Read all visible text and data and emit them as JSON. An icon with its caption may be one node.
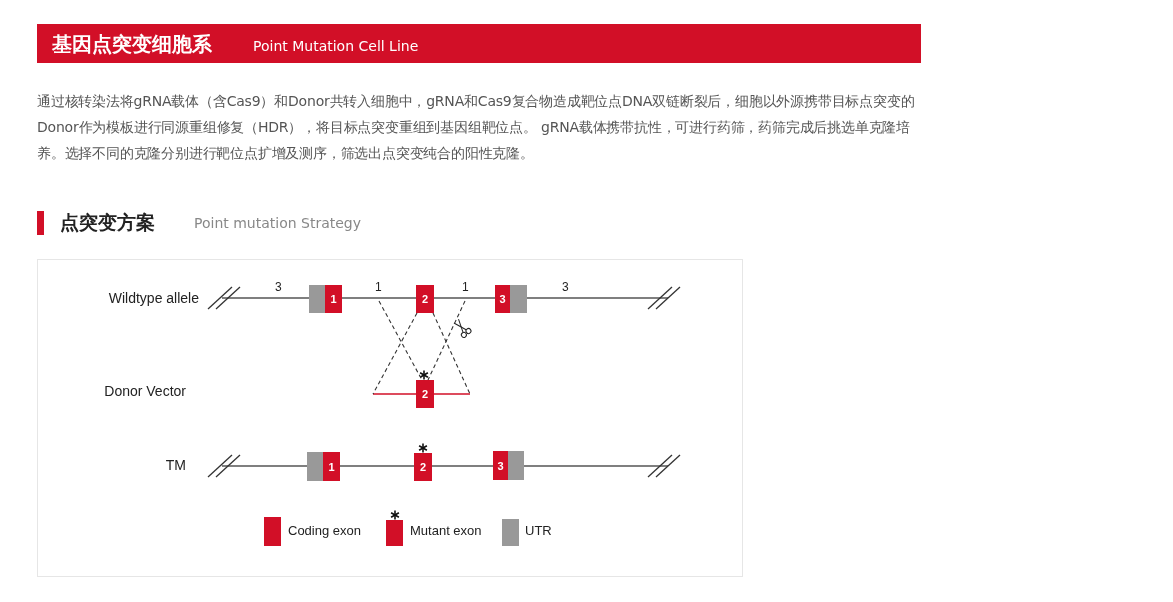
{
  "diagram": {
    "title": "基因点突变细胞系",
    "nodes": [
      {
        "text": [],
        "shape": "box"
      },
      {
        "text": [
          "1"
        ]
      },
      {
        "text": [
          "2"
        ]
      },
      {
        "text": [
          "3"
        ]
      },
      {
        "text": [],
        "shape": "box"
      },
      {
        "text": [
          "2"
        ]
      },
      {
        "text": [],
        "shape": "box"
      },
      {
        "text": [
          "1"
        ]
      },
      {
        "text": [
          "2"
        ]
      },
      {
        "text": [
          "3"
        ]
      },
      {
        "text": [],
        "shape": "box"
      }
    ],
    "edges": [
      {
        "from": null,
        "to": 5,
        "arrow": "none",
        "style": "dashed"
      },
      {
        "from": 2,
        "to": null,
        "arrow": "none",
        "style": "dashed"
      },
      {
        "from": 2,
        "to": null,
        "arrow": "none",
        "style": "dashed"
      },
      {
        "from": null,
        "to": 5,
        "arrow": "none",
        "style": "dashed"
      }
    ],
    "labels": [
      "Point Mutation Cell Line",
      "通过核转染法将gRNA载体（含Cas9）和Donor共转入细胞中，gRNA和Cas9复合物造成靶位点DNA双链断裂后，细胞以外源携带目标点突变的Donor作为模板进行同源重组修复（HDR），将目标点突变重组到基因组靶位点。 gRNA载体携带抗性，可进行药筛，药筛完成后挑选单克隆培养。选择不同的克隆分别进行靶位点扩增及测序，筛选出点突变纯合的阳性克隆。",
      "点突变方案",
      "Point mutation Strategy",
      "Wildtype allele",
      "3",
      "1",
      "1",
      "3",
      "Donor Vector",
      "TM"
    ],
    "legend": [
      {
        "text": "Coding exon",
        "color": "#d20f27"
      },
      {
        "text": "Mutant exon",
        "color": "#d20f27"
      },
      {
        "text": "UTR",
        "color": "#999999"
      }
    ]
  }
}
